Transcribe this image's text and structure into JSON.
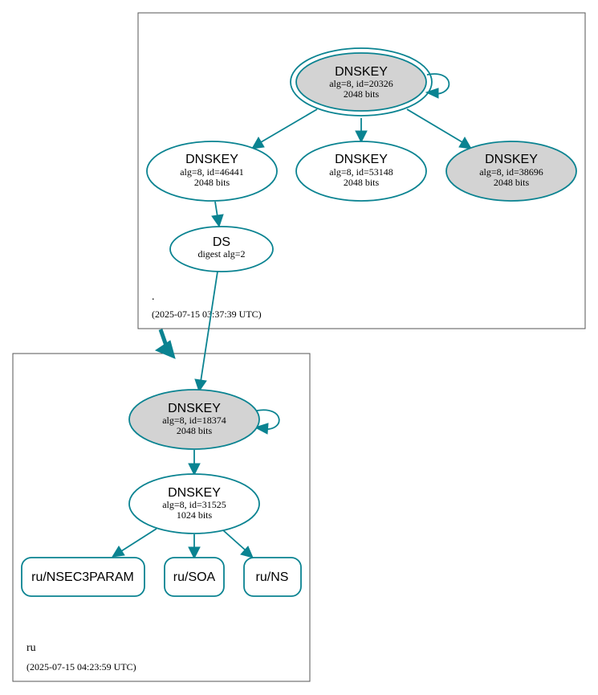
{
  "colors": {
    "edge": "#0a8391",
    "node_border": "#0a8391",
    "sep_fill": "#d3d3d3",
    "plain_fill": "#ffffff",
    "zone_border": "#555555"
  },
  "zones": {
    "root": {
      "label": ".",
      "timestamp": "(2025-07-15 03:37:39 UTC)"
    },
    "ru": {
      "label": "ru",
      "timestamp": "(2025-07-15 04:23:59 UTC)"
    }
  },
  "nodes": {
    "root_ksk": {
      "title": "DNSKEY",
      "line1": "alg=8, id=20326",
      "line2": "2048 bits",
      "sep": true
    },
    "root_zsk1": {
      "title": "DNSKEY",
      "line1": "alg=8, id=46441",
      "line2": "2048 bits",
      "sep": false
    },
    "root_zsk2": {
      "title": "DNSKEY",
      "line1": "alg=8, id=53148",
      "line2": "2048 bits",
      "sep": false
    },
    "root_key3": {
      "title": "DNSKEY",
      "line1": "alg=8, id=38696",
      "line2": "2048 bits",
      "sep": true
    },
    "root_ds": {
      "title": "DS",
      "line1": "digest alg=2"
    },
    "ru_ksk": {
      "title": "DNSKEY",
      "line1": "alg=8, id=18374",
      "line2": "2048 bits",
      "sep": true
    },
    "ru_zsk": {
      "title": "DNSKEY",
      "line1": "alg=8, id=31525",
      "line2": "1024 bits",
      "sep": false
    },
    "ru_nsec3param": {
      "title": "ru/NSEC3PARAM"
    },
    "ru_soa": {
      "title": "ru/SOA"
    },
    "ru_ns": {
      "title": "ru/NS"
    }
  }
}
